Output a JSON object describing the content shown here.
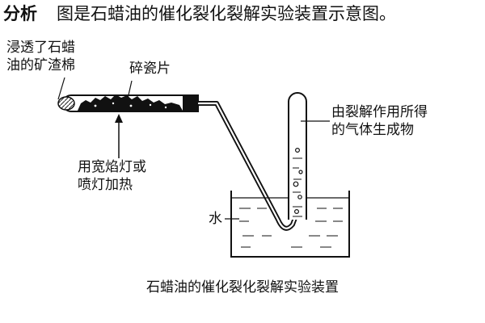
{
  "heading": {
    "tag": "分析",
    "text": "图是石蜡油的催化裂化裂解实验装置示意图。"
  },
  "labels": {
    "soaked_cotton": [
      "浸透了石蜡",
      "油的矿渣棉"
    ],
    "ceramic_chips": "碎瓷片",
    "products": [
      "由裂解作用所得",
      "的气体生成物"
    ],
    "heating": [
      "用宽焰灯或",
      "喷灯加热"
    ],
    "water": "水"
  },
  "caption": "石蜡油的催化裂化裂解实验装置"
}
